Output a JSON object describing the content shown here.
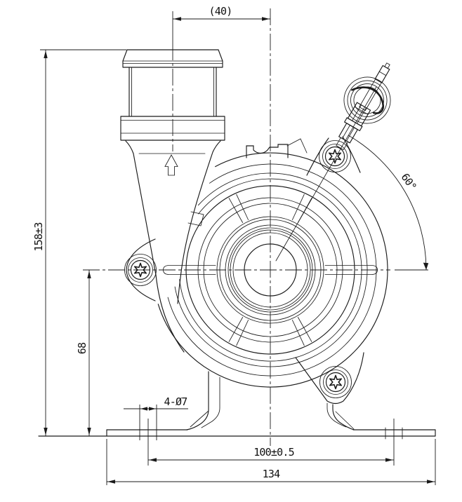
{
  "drawing": {
    "view": "pump-front-view",
    "units_note": "millimetre dimension values as printed on the drawing"
  },
  "colors": {
    "ink": "#1a1a1a",
    "background": "#ffffff"
  },
  "labels": {
    "inlet_offset": "(40)",
    "overall_height": "158±3",
    "base_to_center": "68",
    "mounting_holes": "4-Ø7",
    "hole_pitch": "100±0.5",
    "overall_width": "134",
    "valve_angle": "60°"
  },
  "icons": {
    "flow_direction": "up-arrow",
    "screw_drive": "torx-star"
  }
}
